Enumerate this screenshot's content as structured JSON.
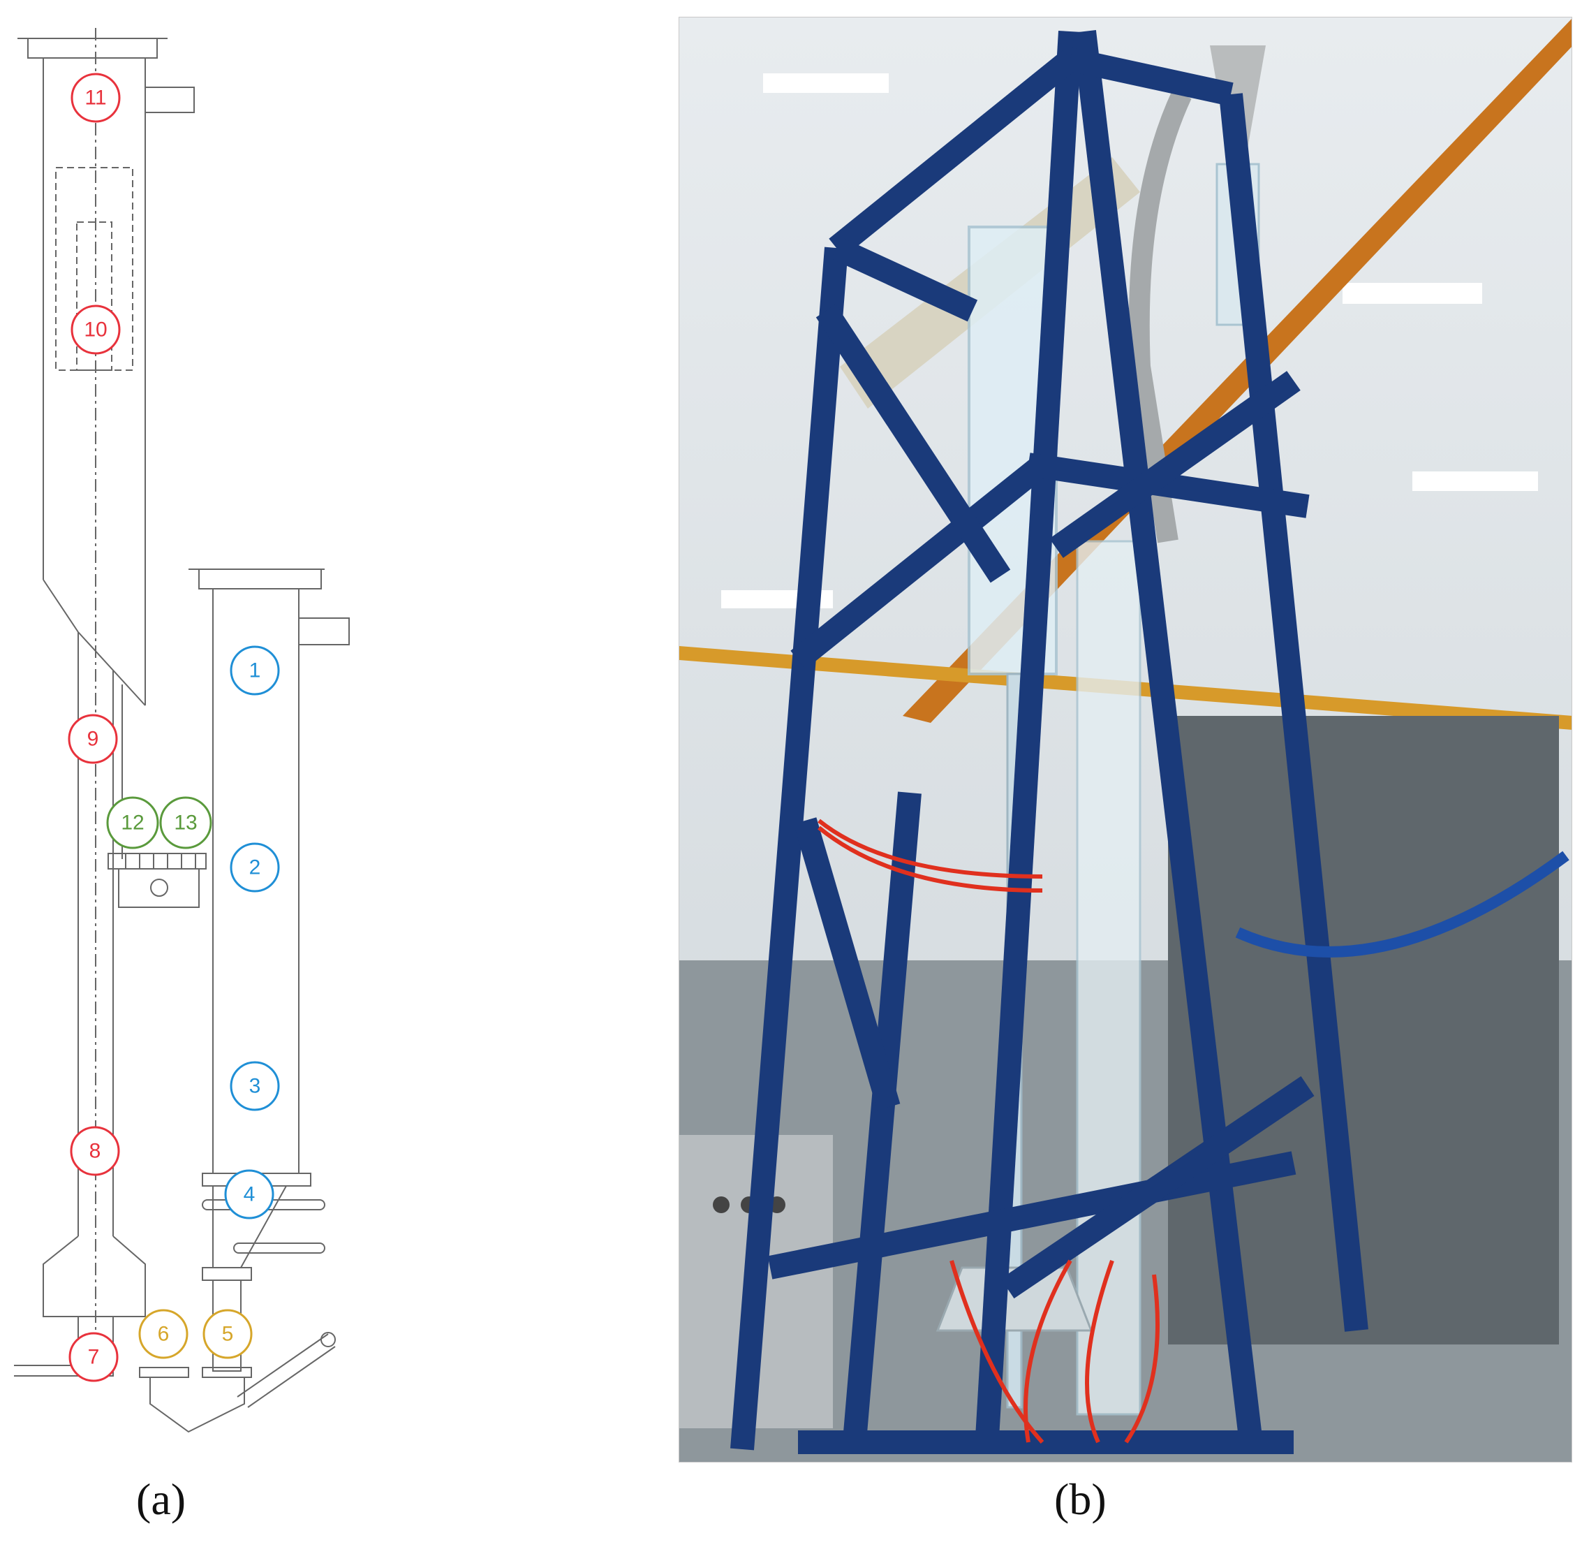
{
  "panels": {
    "a": {
      "label": "(a)"
    },
    "b": {
      "label": "(b)"
    }
  },
  "colors": {
    "red_group": "#e8323c",
    "blue_group": "#1f8fd6",
    "green_group": "#5a9a3c",
    "gold_group": "#d6a62a",
    "frame_blue": "#1a3a7a",
    "hose_red": "#e0301e"
  },
  "schematic": {
    "markers": [
      {
        "id": "11",
        "text": "11",
        "group": "red"
      },
      {
        "id": "10",
        "text": "10",
        "group": "red"
      },
      {
        "id": "9",
        "text": "9",
        "group": "red"
      },
      {
        "id": "8",
        "text": "8",
        "group": "red"
      },
      {
        "id": "7",
        "text": "7",
        "group": "red"
      },
      {
        "id": "1",
        "text": "1",
        "group": "blue"
      },
      {
        "id": "2",
        "text": "2",
        "group": "blue"
      },
      {
        "id": "3",
        "text": "3",
        "group": "blue"
      },
      {
        "id": "4",
        "text": "4",
        "group": "blue"
      },
      {
        "id": "12",
        "text": "12",
        "group": "green"
      },
      {
        "id": "13",
        "text": "13",
        "group": "green"
      },
      {
        "id": "6",
        "text": "6",
        "group": "gold"
      },
      {
        "id": "5",
        "text": "5",
        "group": "gold"
      }
    ]
  }
}
